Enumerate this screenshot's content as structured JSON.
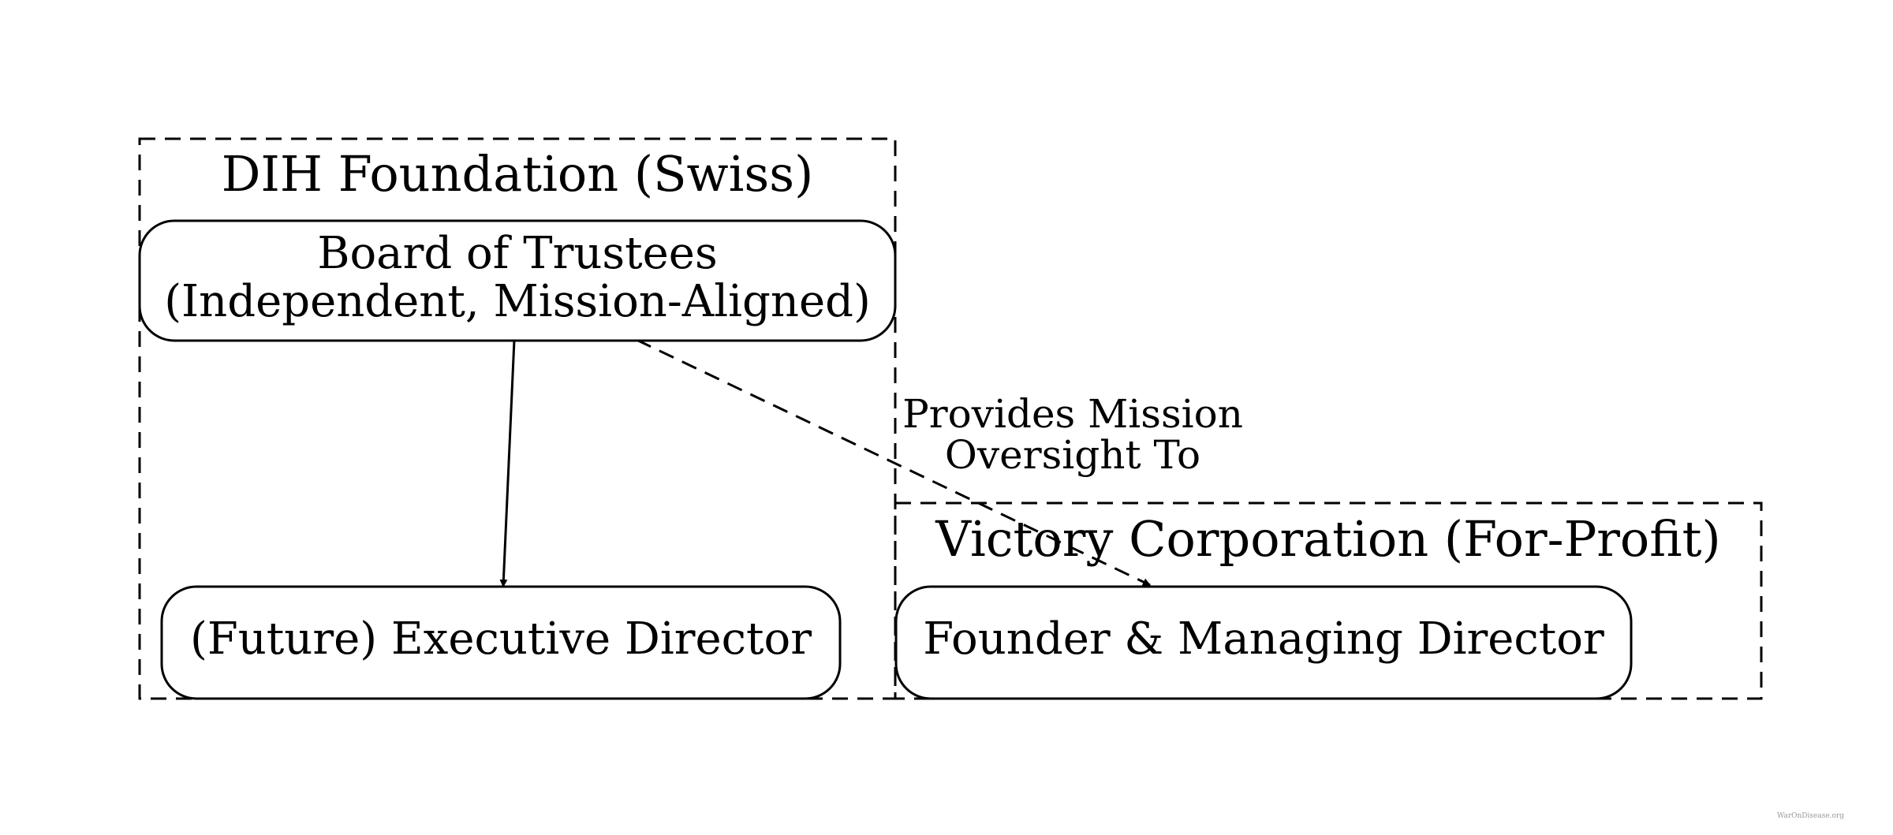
{
  "diagram": {
    "clusters": {
      "foundation": {
        "title": "DIH Foundation (Swiss)"
      },
      "corporation": {
        "title": "Victory Corporation (For-Profit)"
      }
    },
    "nodes": {
      "board": {
        "line1": "Board of Trustees",
        "line2": "(Independent, Mission-Aligned)"
      },
      "executive": {
        "label": "(Future) Executive Director"
      },
      "founder": {
        "label": "Founder & Managing Director"
      }
    },
    "edges": {
      "board_to_executive": {
        "style": "solid"
      },
      "board_to_founder": {
        "style": "dashed",
        "label_line1": "Provides Mission",
        "label_line2": "Oversight To"
      }
    },
    "watermark": "WarOnDisease.org"
  },
  "colors": {
    "stroke": "#000000",
    "background": "#ffffff",
    "watermark": "#999999"
  }
}
